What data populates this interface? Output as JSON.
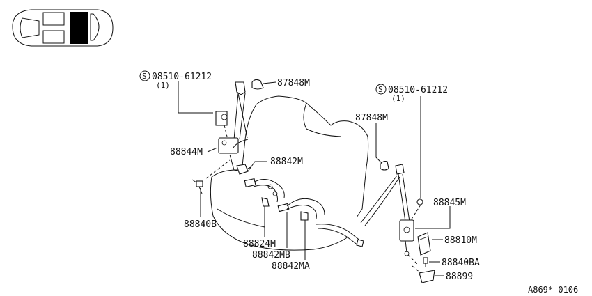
{
  "labels": {
    "bolt_left": "08510-61212",
    "bolt_left_qty": "(1)",
    "bolt_right": "08510-61212",
    "bolt_right_qty": "(1)",
    "cover_left": "87848M",
    "cover_right": "87848M",
    "retractor_left": "88844M",
    "buckle_center": "88842M",
    "anchor_bolt": "88840B",
    "buckle_lower": "88824M",
    "buckle_mb": "88842MB",
    "buckle_ma": "88842MA",
    "retractor_right": "88845M",
    "cover_box": "88810M",
    "bolt_ba": "88840BA",
    "bracket": "88899",
    "screw_symbol": "S"
  },
  "reference_code": "A869* 0106",
  "vehicle_indicator": {
    "highlighted_zone": "rear-seat",
    "highlight_color": "#000000"
  }
}
